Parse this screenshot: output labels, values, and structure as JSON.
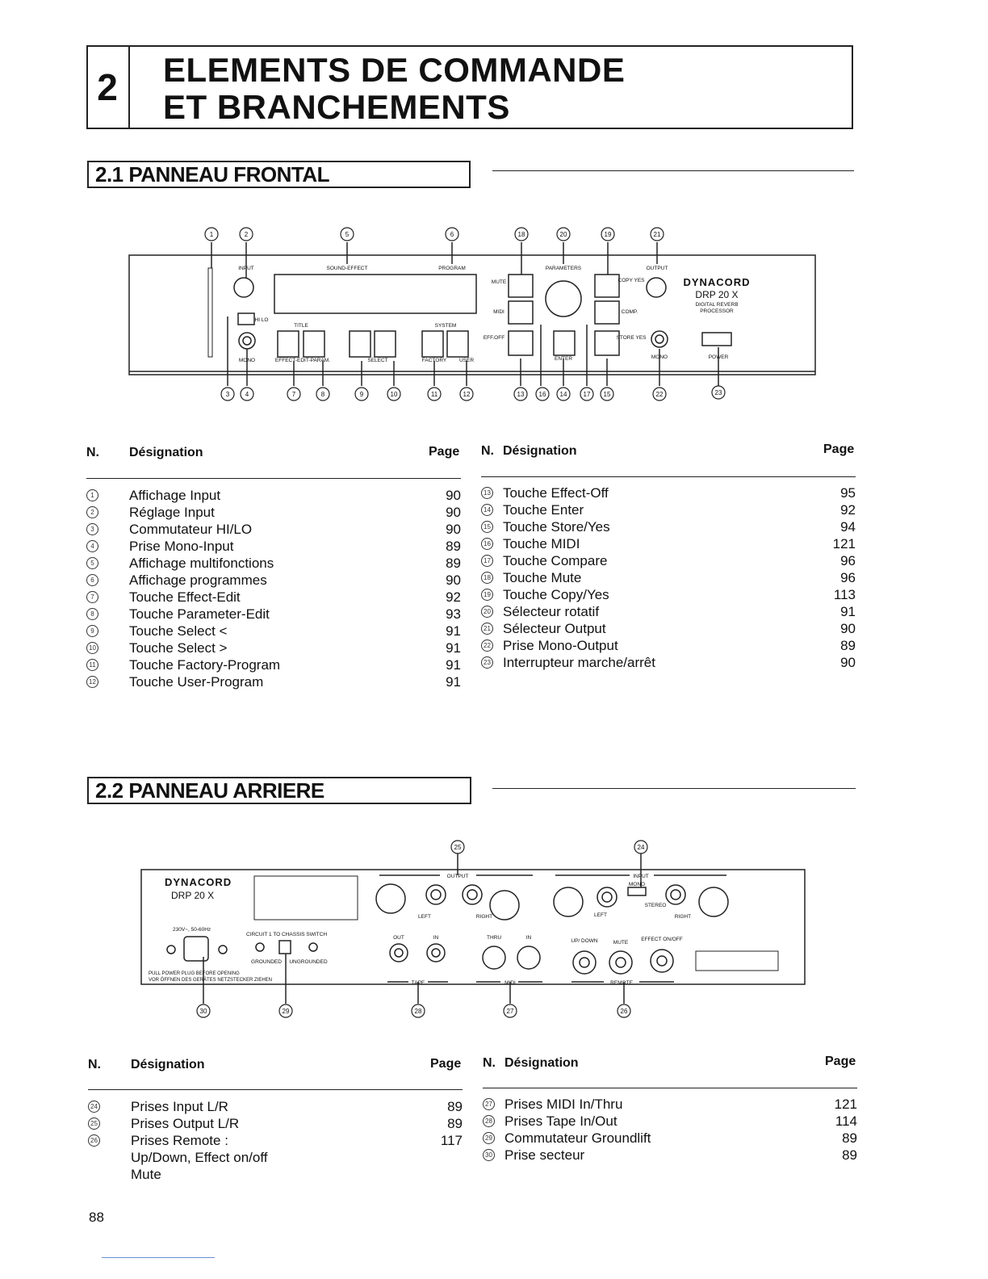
{
  "chapter": {
    "number": "2",
    "title_line1": "ELEMENTS DE COMMANDE",
    "title_line2": "ET BRANCHEMENTS"
  },
  "front": {
    "section_title": "2.1 PANNEAU FRONTAL",
    "col_n": "N.",
    "col_designation": "Désignation",
    "col_page": "Page",
    "left_rows": [
      {
        "n": "1",
        "label": "Affichage Input",
        "page": "90"
      },
      {
        "n": "2",
        "label": "Réglage Input",
        "page": "90"
      },
      {
        "n": "3",
        "label": "Commutateur HI/LO",
        "page": "90"
      },
      {
        "n": "4",
        "label": "Prise Mono-Input",
        "page": "89"
      },
      {
        "n": "5",
        "label": "Affichage multifonctions",
        "page": "89"
      },
      {
        "n": "6",
        "label": "Affichage programmes",
        "page": "90"
      },
      {
        "n": "7",
        "label": "Touche Effect-Edit",
        "page": "92"
      },
      {
        "n": "8",
        "label": "Touche Parameter-Edit",
        "page": "93"
      },
      {
        "n": "9",
        "label": "Touche Select <",
        "page": "91"
      },
      {
        "n": "10",
        "label": "Touche Select >",
        "page": "91"
      },
      {
        "n": "11",
        "label": "Touche Factory-Program",
        "page": "91"
      },
      {
        "n": "12",
        "label": "Touche User-Program",
        "page": "91"
      }
    ],
    "right_rows": [
      {
        "n": "13",
        "label": "Touche Effect-Off",
        "page": "95"
      },
      {
        "n": "14",
        "label": "Touche Enter",
        "page": "92"
      },
      {
        "n": "15",
        "label": "Touche Store/Yes",
        "page": "94"
      },
      {
        "n": "16",
        "label": "Touche MIDI",
        "page": "121"
      },
      {
        "n": "17",
        "label": "Touche Compare",
        "page": "96"
      },
      {
        "n": "18",
        "label": "Touche Mute",
        "page": "96"
      },
      {
        "n": "19",
        "label": "Touche Copy/Yes",
        "page": "113"
      },
      {
        "n": "20",
        "label": "Sélecteur rotatif",
        "page": "91"
      },
      {
        "n": "21",
        "label": "Sélecteur Output",
        "page": "90"
      },
      {
        "n": "22",
        "label": "Prise Mono-Output",
        "page": "89"
      },
      {
        "n": "23",
        "label": "Interrupteur marche/arrêt",
        "page": "90"
      }
    ],
    "diagram": {
      "brand": "DYNACORD",
      "model": "DRP 20 X",
      "subtitle1": "DIGITAL REVERB",
      "subtitle2": "PROCESSOR",
      "input": "INPUT",
      "sound_effect": "SOUND-EFFECT",
      "program": "PROGRAM",
      "parameters": "PARAMETERS",
      "output": "OUTPUT",
      "mute": "MUTE",
      "midi": "MIDI",
      "eff_off": "EFF.OFF",
      "copy_yes": "COPY YES",
      "compare": "COMP.",
      "store_yes": "STORE YES",
      "mono": "MONO",
      "power": "POWER",
      "effect_edit_param": "EFFECT-EDIT-PARAM.",
      "select": "SELECT",
      "factory": "FACTORY",
      "user": "USER",
      "enter": "ENTER",
      "hi_lo": "HI LO",
      "title": "TITLE",
      "system": "SYSTEM"
    }
  },
  "rear": {
    "section_title": "2.2 PANNEAU ARRIERE",
    "col_n": "N.",
    "col_designation": "Désignation",
    "col_page": "Page",
    "left_rows": [
      {
        "n": "24",
        "label": "Prises Input L/R",
        "page": "89"
      },
      {
        "n": "25",
        "label": "Prises Output L/R",
        "page": "89"
      },
      {
        "n": "26",
        "label": "Prises Remote :",
        "page": "117"
      },
      {
        "n": "",
        "label": "Up/Down, Effect on/off",
        "page": ""
      },
      {
        "n": "",
        "label": "Mute",
        "page": ""
      }
    ],
    "right_rows": [
      {
        "n": "27",
        "label": "Prises MIDI In/Thru",
        "page": "121"
      },
      {
        "n": "28",
        "label": "Prises Tape In/Out",
        "page": "114"
      },
      {
        "n": "29",
        "label": "Commutateur Groundlift",
        "page": "89"
      },
      {
        "n": "30",
        "label": "Prise secteur",
        "page": "89"
      }
    ],
    "diagram": {
      "brand": "DYNACORD",
      "model": "DRP 20 X",
      "voltage": "230V~, 50-60Hz",
      "output": "OUTPUT",
      "input": "INPUT",
      "left": "LEFT",
      "right": "RIGHT",
      "tape": "TAPE",
      "midi": "MIDI",
      "remote": "REMOTE",
      "out": "OUT",
      "in": "IN",
      "thru": "THRU",
      "updown": "UP/ DOWN",
      "mute": "MUTE",
      "effect_onoff": "EFFECT ON/OFF",
      "mono": "MONO",
      "stereo": "STEREO",
      "circuit_switch": "CIRCUIT 1 TO CHASSIS SWITCH",
      "grounded": "GROUNDED",
      "ungrounded": "UNGROUNDED",
      "warning1": "PULL POWER PLUG BEFORE OPENING",
      "warning2": "VOR ÖFFNEN DES GERÄTES NETZSTECKER ZIEHEN"
    }
  },
  "page_number": "88"
}
